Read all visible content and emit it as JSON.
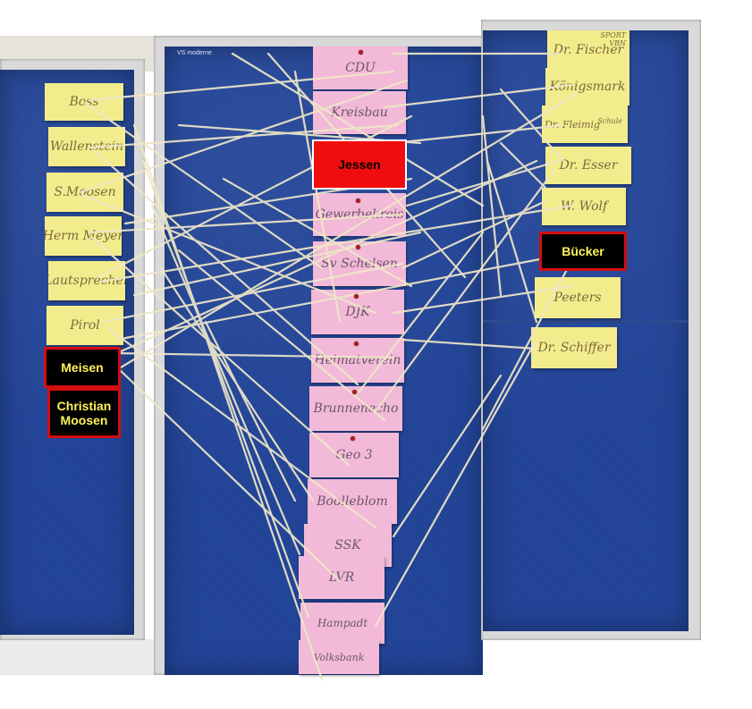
{
  "photo": {
    "frame_brand": "VS moderne"
  },
  "left_cards": [
    {
      "id": "boss",
      "text": "Boss"
    },
    {
      "id": "wallenstein",
      "text": "Wallenstein"
    },
    {
      "id": "s-moosen",
      "text": "S.Moosen"
    },
    {
      "id": "meyer",
      "text": "Herm Meyer"
    },
    {
      "id": "lautsprecher",
      "text": "Lautsprecher"
    },
    {
      "id": "pirol",
      "text": "Pirol"
    }
  ],
  "center_cards": [
    {
      "id": "cdu",
      "text": "CDU"
    },
    {
      "id": "kreisbau",
      "text": "Kreisbau"
    },
    {
      "id": "gewerbekreis",
      "text": "Gewerbekreis"
    },
    {
      "id": "sv-schelsen",
      "text": "Sv Schelsen"
    },
    {
      "id": "djk",
      "text": "DJK"
    },
    {
      "id": "heimatverein",
      "text": "Heimatverein"
    },
    {
      "id": "brunnenecho",
      "text": "Brunnenecho"
    },
    {
      "id": "geo3",
      "text": "Geo 3"
    },
    {
      "id": "boolleblom",
      "text": "Boolleblom"
    },
    {
      "id": "ssk",
      "text": "SSK"
    },
    {
      "id": "lvr",
      "text": "LVR"
    },
    {
      "id": "hampadt",
      "text": "Hampadt"
    },
    {
      "id": "volksbank",
      "text": "Volksbank"
    }
  ],
  "right_cards": [
    {
      "id": "fischer",
      "text": "Dr. Fischer",
      "note": "SPORT VBN"
    },
    {
      "id": "koenigsmark",
      "text": "Königsmark"
    },
    {
      "id": "fleimig",
      "text": "Dr. Fleimig",
      "note": "Schule"
    },
    {
      "id": "esser",
      "text": "Dr. Esser"
    },
    {
      "id": "wolf",
      "text": "W. Wolf"
    },
    {
      "id": "peeters",
      "text": "Peeters"
    },
    {
      "id": "schiffer",
      "text": "Dr. Schiffer"
    }
  ],
  "highlight_tags": {
    "jessen": "Jessen",
    "buecker": "Bücker",
    "meisen": "Meisen",
    "christian_moosen": "Christian Moosen"
  },
  "colors": {
    "board_blue": "#23469a",
    "card_yellow": "#f3ec8c",
    "card_pink": "#f2b9d8",
    "tag_red": "#f00d0d",
    "tag_black": "#000000",
    "tag_text_yellow": "#fff15a",
    "string": "#efe7c8"
  }
}
